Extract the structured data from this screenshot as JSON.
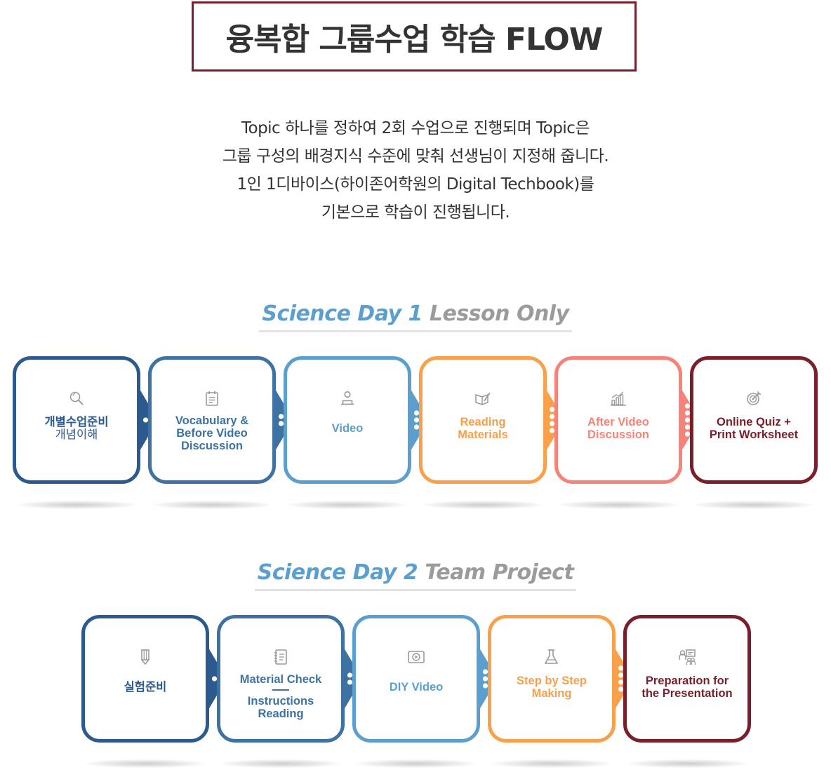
{
  "header": {
    "title": "융복합 그룹수업 학습 FLOW"
  },
  "intro": {
    "lines": [
      "Topic 하나를 정하여 2회 수업으로 진행되며 Topic은",
      "그룹 구성의 배경지식 수준에 맞춰 선생님이 지정해 줍니다.",
      "1인 1디바이스(하이존어학원의 Digital Techbook)를",
      "기본으로 학습이 진행됩니다."
    ]
  },
  "day1": {
    "title_a": "Science Day 1",
    "title_b": "Lesson Only",
    "steps": [
      {
        "icon": "magnifier-icon",
        "color": "#2c5a8f",
        "dots": 1,
        "lines": [
          "개별수업준비"
        ],
        "sub": "개념이해"
      },
      {
        "icon": "clipboard-icon",
        "color": "#3d72a3",
        "dots": 2,
        "lines": [
          "Vocabulary &",
          "Before Video",
          "Discussion"
        ]
      },
      {
        "icon": "person-laptop-icon",
        "color": "#5b9fcf",
        "dots": 3,
        "lines": [
          "Video"
        ]
      },
      {
        "icon": "book-pencil-icon",
        "color": "#f8a04a",
        "dots": 4,
        "lines": [
          "Reading",
          "Materials"
        ]
      },
      {
        "icon": "bar-chart-icon",
        "color": "#f5837a",
        "dots": 5,
        "lines": [
          "After Video",
          "Discussion"
        ]
      },
      {
        "icon": "target-icon",
        "color": "#7a1e2a",
        "dots": 0,
        "lines": [
          "Online Quiz +",
          "Print Worksheet"
        ]
      }
    ]
  },
  "day2": {
    "title_a": "Science Day 2",
    "title_b": "Team Project",
    "steps": [
      {
        "icon": "pencil-icon",
        "color": "#2c5a8f",
        "dots": 1,
        "lines": [
          "실험준비"
        ]
      },
      {
        "icon": "notebook-icon",
        "color": "#3d72a3",
        "dots": 2,
        "lines": [
          "Material Check"
        ],
        "extra": [
          "Instructions",
          "Reading"
        ]
      },
      {
        "icon": "play-video-icon",
        "color": "#5b9fcf",
        "dots": 3,
        "lines": [
          "DIY Video"
        ]
      },
      {
        "icon": "flask-icon",
        "color": "#f8a04a",
        "dots": 4,
        "lines": [
          "Step by Step",
          "Making"
        ]
      },
      {
        "icon": "presentation-icon",
        "color": "#7a1e2a",
        "dots": 0,
        "lines": [
          "Preparation for",
          "the Presentation"
        ]
      }
    ]
  }
}
